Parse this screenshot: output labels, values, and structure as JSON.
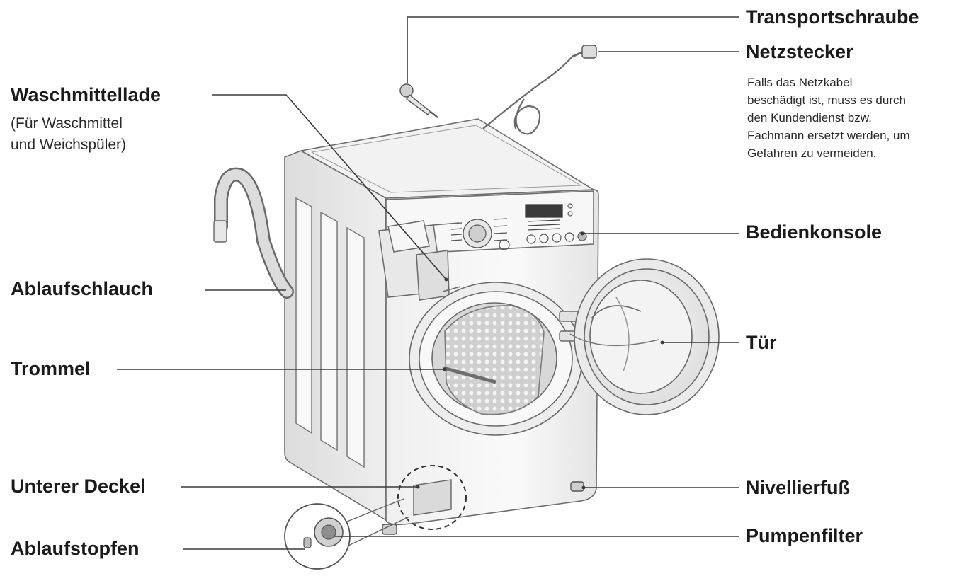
{
  "labels": {
    "transportschraube": "Transportschraube",
    "netzstecker": "Netzstecker",
    "netzstecker_note": [
      "Falls das Netzkabel",
      "beschädigt ist, muss es durch",
      "den Kundendienst bzw.",
      "Fachmann ersetzt werden, um",
      "Gefahren zu vermeiden."
    ],
    "waschmittellade": "Waschmittellade",
    "waschmittellade_sub": [
      "(Für Waschmittel",
      "und Weichspüler)"
    ],
    "bedienkonsole": "Bedienkonsole",
    "ablaufschlauch": "Ablaufschlauch",
    "tuer": "Tür",
    "trommel": "Trommel",
    "unterer_deckel": "Unterer Deckel",
    "nivellierfuss": "Nivellierfuß",
    "ablaufstopfen": "Ablaufstopfen",
    "pumpenfilter": "Pumpenfilter"
  },
  "colors": {
    "text": "#1b1b1b",
    "leader_line": "#3a3a3a",
    "outline": "#6e6e6e",
    "fill_light": "#f3f3f3",
    "fill_mid": "#d9d9d9"
  }
}
